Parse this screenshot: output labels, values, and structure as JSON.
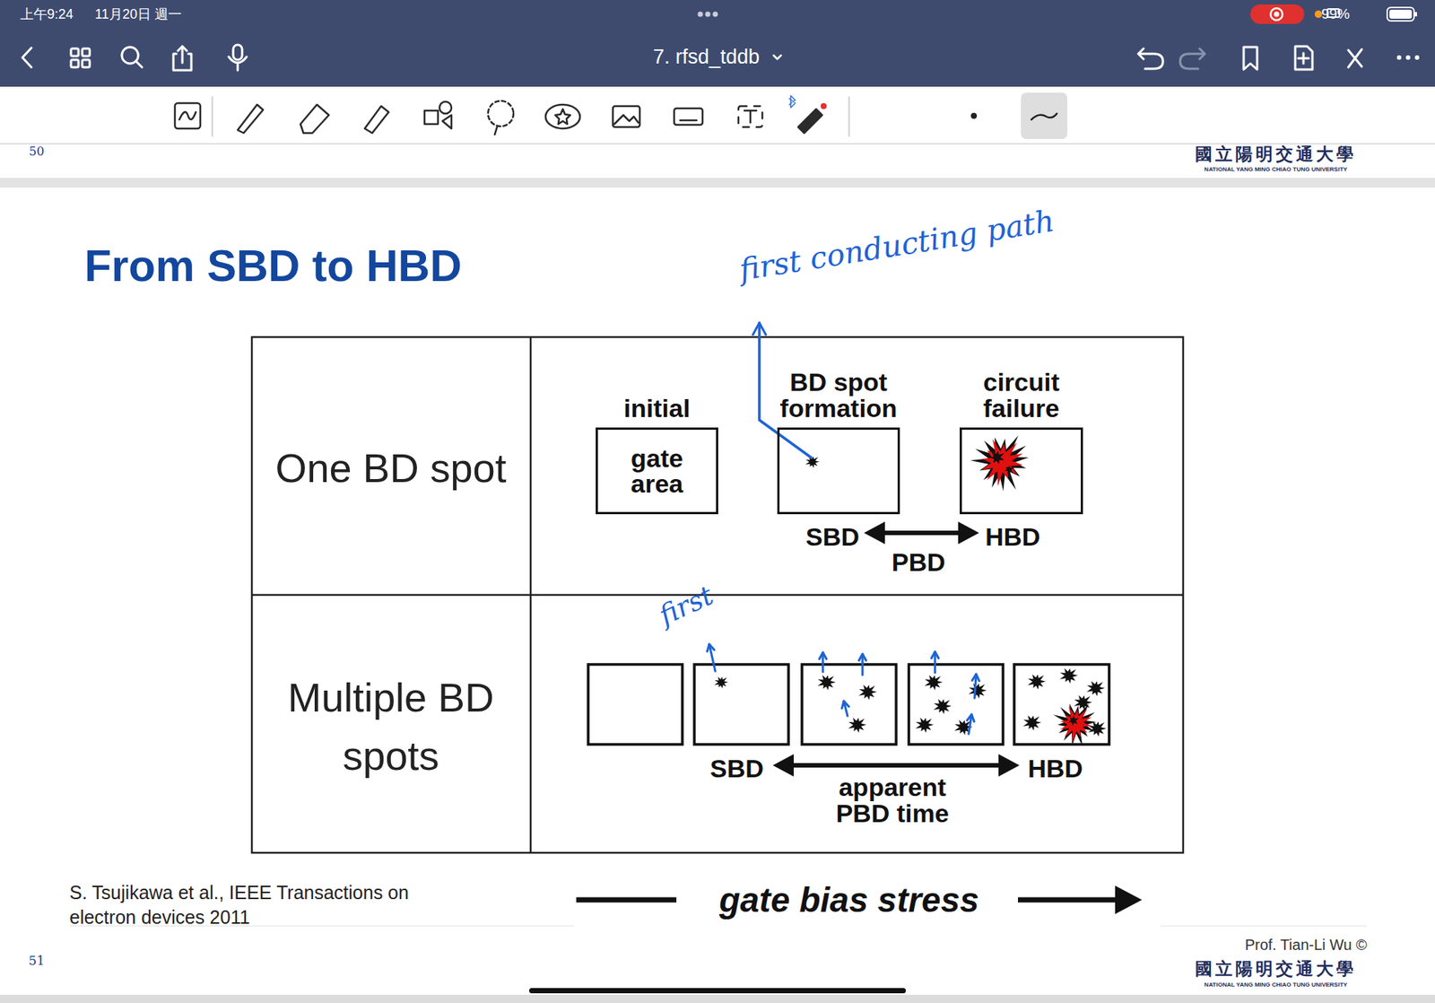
{
  "diagram": {
    "title": "From SBD to HBD",
    "nodes": [
      {
        "text": [
          "initial",
          "gate area"
        ]
      },
      {
        "text": [
          "BD spot formation"
        ]
      },
      {
        "text": [
          "circuit failure"
        ]
      }
    ],
    "labels": [
      "上午9:24",
      "11月20日 週一",
      "99%",
      "7. rfsd_tddb",
      "50",
      "國立陽明交通大學",
      "NATIONAL YANG MING CHIAO TUNG UNIVERSITY",
      "first conducting path",
      "One BD spot",
      "SBD",
      "HBD",
      "PBD",
      "first",
      "Multiple BD spots",
      "SBD",
      "HBD",
      "apparent PBD time",
      "S. Tsujikawa et al., IEEE Transactions on electron devices 2011",
      "gate bias stress",
      "Prof. Tian-Li Wu ©",
      "51",
      "國立陽明交通大學",
      "NATIONAL YANG MING CHIAO TUNG UNIVERSITY"
    ]
  }
}
